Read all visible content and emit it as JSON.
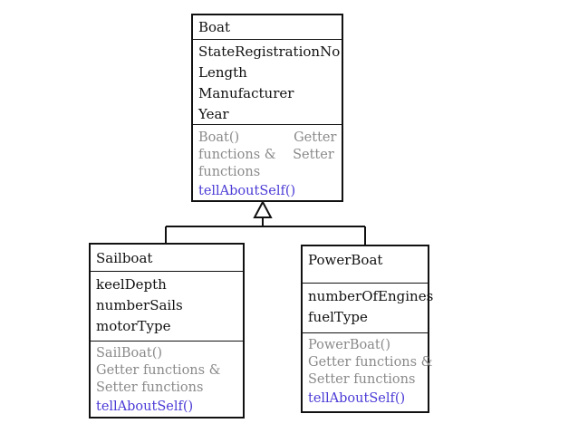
{
  "diagram": {
    "boat": {
      "name": "Boat",
      "attributes": [
        "StateRegistrationNo",
        "Length",
        "Manufacturer",
        "Year"
      ],
      "methods_gray": [
        "Boat()             Getter",
        "functions &    Setter",
        "functions"
      ],
      "methods_blue": [
        "tellAboutSelf()"
      ]
    },
    "sailboat": {
      "name": "Sailboat",
      "attributes": [
        "keelDepth",
        "numberSails",
        "motorType"
      ],
      "methods_gray": [
        "SailBoat()",
        "Getter functions &",
        "Setter functions"
      ],
      "methods_blue": [
        "tellAboutSelf()"
      ]
    },
    "powerboat": {
      "name": "PowerBoat",
      "attributes": [
        "numberOfEngines",
        "fuelType"
      ],
      "methods_gray": [
        "PowerBoat()",
        "Getter functions &",
        "Setter functions"
      ],
      "methods_blue": [
        "tellAboutSelf()"
      ]
    }
  },
  "colors": {
    "method_gray": "#8a8a8a",
    "method_blue": "#4a3bd6",
    "line": "#111111"
  }
}
